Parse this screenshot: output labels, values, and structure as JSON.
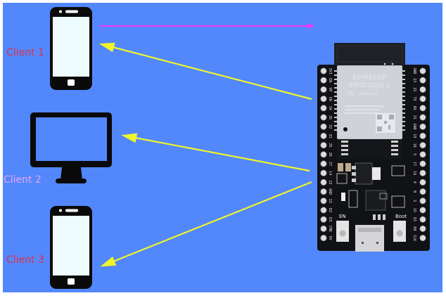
{
  "diagram": {
    "background_color": "#5288fc",
    "clients": [
      {
        "id": "client-1",
        "label": "Client 1",
        "device": "smartphone",
        "label_color": "#e0304a"
      },
      {
        "id": "client-2",
        "label": "Client 2",
        "device": "desktop-monitor",
        "label_color": "#e9a2f0"
      },
      {
        "id": "client-3",
        "label": "Client 3",
        "device": "smartphone",
        "label_color": "#e0304a"
      }
    ],
    "server": {
      "device": "esp32-dev-board",
      "module_brand": "ESPRESSIF",
      "module_model": "ESP32-SOLO-1",
      "module_cert": "CE",
      "module_sub": "ESP32SOLO1",
      "button_en": "EN",
      "button_boot": "Boot",
      "left_pins": [
        "3V3",
        "EN",
        "VP",
        "VN",
        "34",
        "35",
        "32",
        "33",
        "25",
        "26",
        "27",
        "14",
        "12",
        "GND",
        "13",
        "D2",
        "D3",
        "CMD",
        "5V"
      ],
      "right_pins": [
        "GND",
        "23",
        "22",
        "TX",
        "RX",
        "21",
        "GND",
        "19",
        "18",
        "5",
        "17",
        "16",
        "4",
        "0",
        "2",
        "15",
        "D1",
        "D0",
        "CLK"
      ]
    },
    "connections": [
      {
        "from": "client-1",
        "to": "server",
        "color": "#f035f0",
        "direction": "right"
      },
      {
        "from": "server",
        "to": "client-1",
        "color": "#f0f52a",
        "direction": "left"
      },
      {
        "from": "server",
        "to": "client-2",
        "color": "#f0f52a",
        "direction": "left"
      },
      {
        "from": "server",
        "to": "client-3",
        "color": "#f0f52a",
        "direction": "left"
      }
    ]
  }
}
